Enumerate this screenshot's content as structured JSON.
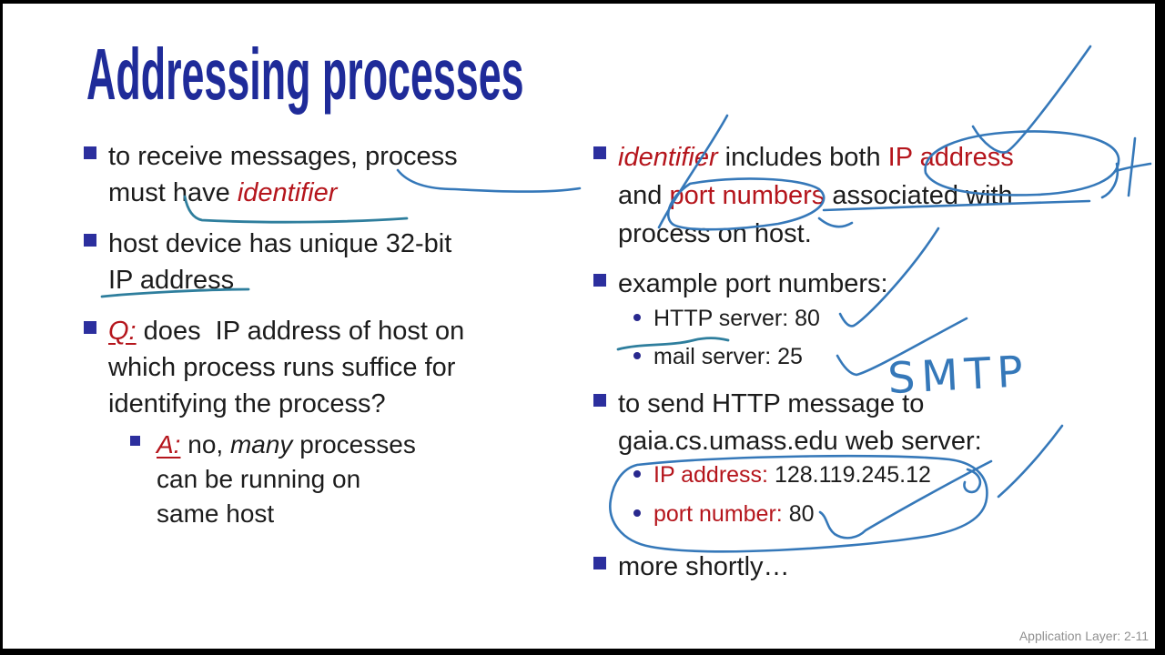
{
  "title": "Addressing processes",
  "left_column": {
    "b1_l1": "to receive messages, process",
    "b1_l2_pre": "must have ",
    "b1_l2_em": "identifier",
    "b2_l1": "host device has unique 32-bit",
    "b2_l2": "IP address",
    "b3_q": "Q:",
    "b3_l1_rest": " does  IP address of host on",
    "b3_l2": "which process runs suffice for",
    "b3_l3": "identifying the process?",
    "a_label": "A:",
    "a_l1_mid": " no, ",
    "a_l1_em": "many",
    "a_l1_end": " processes",
    "a_l2": "can be running on",
    "a_l3": "same host"
  },
  "right_column": {
    "b1_em": "identifier",
    "b1_l1_mid": " includes both ",
    "b1_l1_red": "IP address",
    "b1_l2_pre": "and ",
    "b1_l2_red": "port numbers",
    "b1_l2_post": " associated with",
    "b1_l3": "process on host.",
    "b2": "example port numbers:",
    "s1": "HTTP server: 80",
    "s2": "mail server: 25",
    "b3_l1": "to send HTTP message to",
    "b3_l2": "gaia.cs.umass.edu web server:",
    "s3_label": "IP address:",
    "s3_value": " 128.119.245.12",
    "s4_label": "port number:",
    "s4_value": " 80",
    "b4": "more shortly…"
  },
  "annotations": {
    "smtp": "SMTP"
  },
  "footer": "Application Layer: 2-11",
  "colors": {
    "title_blue": "#1f2b99",
    "body_black": "#1c1c1c",
    "emphasis_red": "#b5151c",
    "bullet_navy": "#2c2f9e",
    "ink_blue": "#3578b9",
    "ink_teal": "#2e7e9d",
    "footer_gray": "#909090",
    "frame_black": "#000000",
    "slide_white": "#ffffff"
  }
}
